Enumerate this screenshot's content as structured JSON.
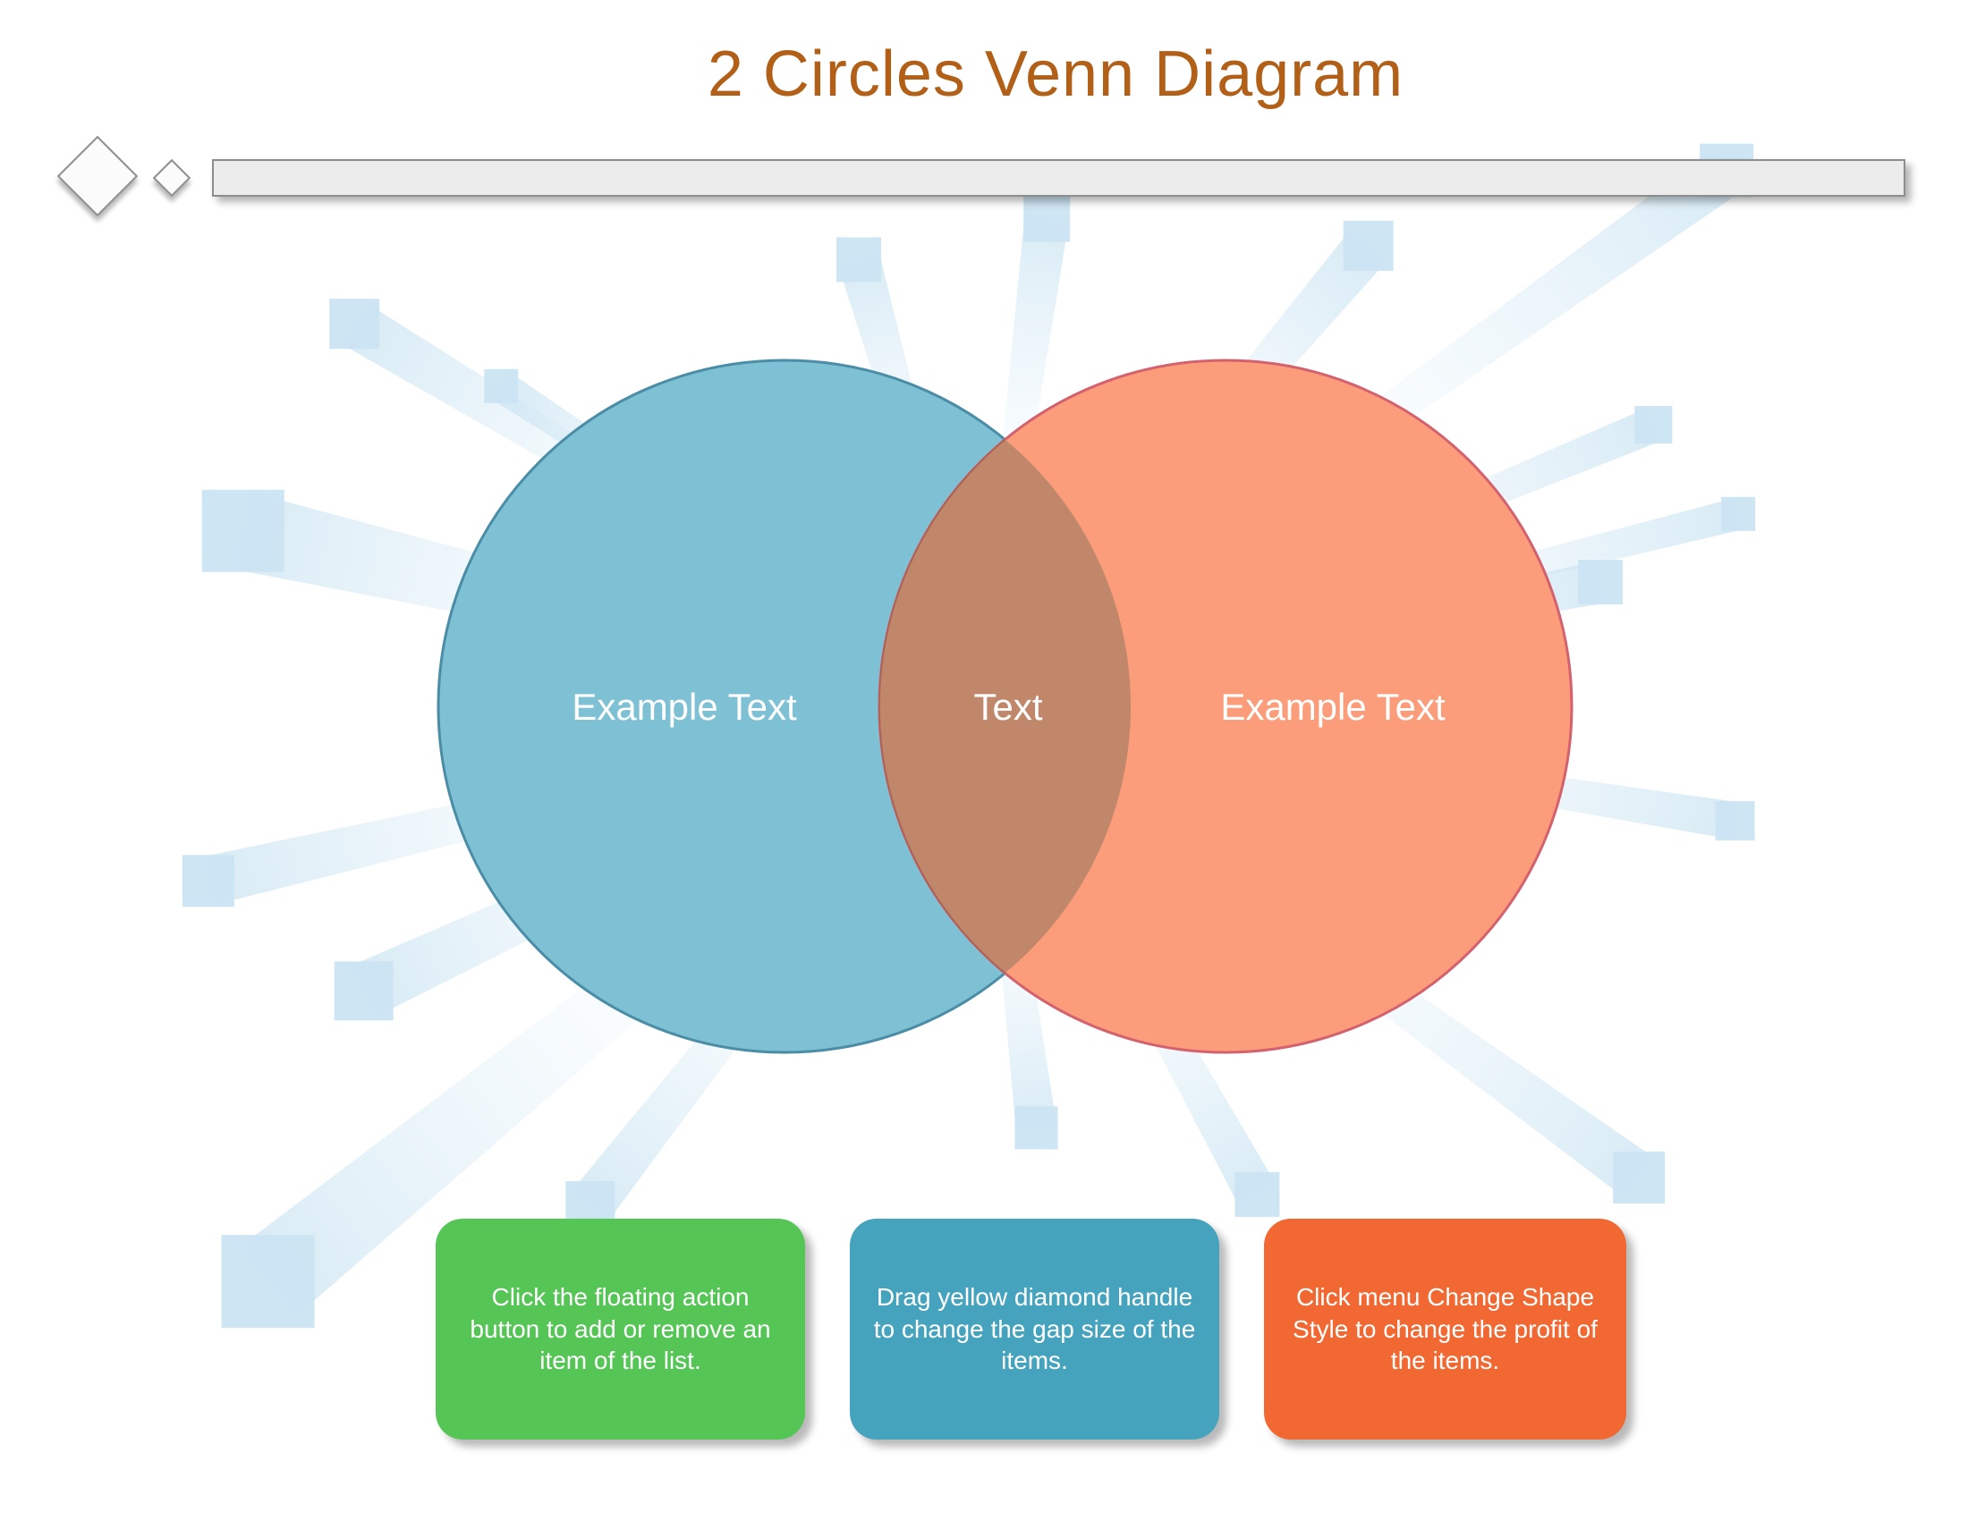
{
  "page": {
    "background": "#ffffff"
  },
  "title": {
    "text": "2 Circles Venn Diagram",
    "color": "#b25f17"
  },
  "venn": {
    "left_circle": {
      "label": "Example Text",
      "fill": "#7ec1d4",
      "stroke": "#4b8da6"
    },
    "right_circle": {
      "label": "Example Text",
      "fill": "#fb9d7a",
      "stroke": "#d4616e"
    },
    "overlap": {
      "label": "Text",
      "fill": "#c0876a",
      "stroke": "rgba(125,70,50,0.35)"
    },
    "label_color": "#ffffff"
  },
  "instruction_cards": [
    {
      "text": "Click the floating action button to add or remove an item of the list.",
      "color": "#55c556"
    },
    {
      "text": "Drag yellow diamond handle to change the gap size of the items.",
      "color": "#46a3be"
    },
    {
      "text": "Click menu Change Shape Style to change the profit of the items.",
      "color": "#f26832"
    }
  ],
  "card_text_color": "#ffffff",
  "decoration": {
    "square_color": "#cbe4f2",
    "beam_outer": "rgba(203,228,242,0.75)",
    "beam_inner": "rgba(228,243,250,0.05)"
  }
}
